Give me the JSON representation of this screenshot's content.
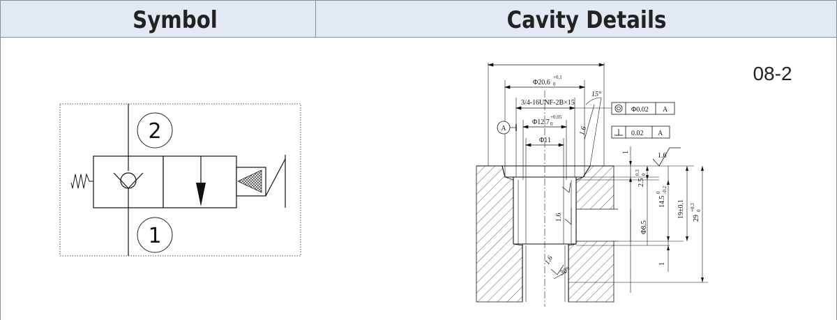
{
  "header": {
    "symbol_title": "Symbol",
    "cavity_title": "Cavity Details"
  },
  "symbol": {
    "port_top": "2",
    "port_bottom": "1"
  },
  "cavity": {
    "code": "08-2",
    "dims": {
      "d_outer": "Φ20.6",
      "d_outer_tol_upper": "+0.1",
      "d_outer_tol_lower": "0",
      "thread": "3/4-16UNF-2B×15",
      "d_mid": "Φ12.7",
      "d_mid_tol_upper": "+0.05",
      "d_mid_tol_lower": "0",
      "d_11": "Φ11",
      "d_85": "Φ8.5",
      "angle_15": "15°",
      "angle_30": "30°",
      "datum": "A",
      "conc_value": "Φ0.02",
      "conc_ref": "A",
      "perp_value": "0.02",
      "perp_ref": "A",
      "rough_1": "1.6",
      "rough_2": "1.6",
      "rough_3": "1.6",
      "rough_4": "1.6",
      "dim_1a": "1",
      "dim_25": "2.5",
      "dim_25_tol_upper": "0.3",
      "dim_25_tol_lower": "0",
      "dim_145": "14.5",
      "dim_145_tol_upper": "0",
      "dim_145_tol_lower": "-0.2",
      "dim_19": "19±0.1",
      "dim_29": "29",
      "dim_29_tol_upper": "+0.3",
      "dim_29_tol_lower": "0",
      "dim_1b": "1"
    }
  }
}
